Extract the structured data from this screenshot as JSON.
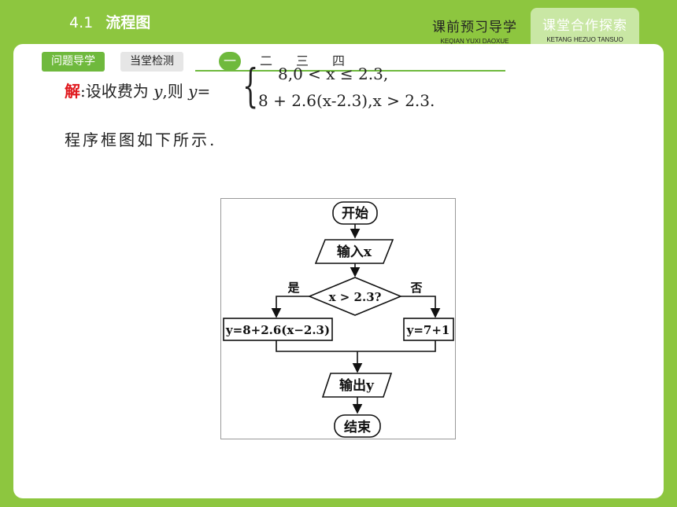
{
  "header": {
    "section_number": "4.1",
    "section_title": "流程图",
    "nav": [
      {
        "label": "课前预习导学",
        "sublabel": "KEQIAN YUXI DAOXUE",
        "active": false
      },
      {
        "label": "课堂合作探索",
        "sublabel": "KETANG HEZUO TANSUO",
        "active": true
      }
    ]
  },
  "tabs": [
    {
      "label": "问题导学",
      "active": true
    },
    {
      "label": "当堂检测",
      "active": false
    }
  ],
  "steps": [
    "一",
    "二",
    "三",
    "四"
  ],
  "solution": {
    "label": "解",
    "intro": ":设收费为 ",
    "var_y": "y",
    "then": ",则 ",
    "y_eq": "y=",
    "case1": "8,0 < x ≤ 2.3,",
    "case2": "8 + 2.6(x-2.3),x > 2.3.",
    "line2": "程序框图如下所示."
  },
  "flowchart": {
    "start": "开始",
    "input": "输入x",
    "decision": "x > 2.3?",
    "yes": "是",
    "no": "否",
    "yes_process": "y=8+2.6(x−2.3)",
    "no_process": "y=7+1",
    "output": "输出y",
    "end": "结束"
  },
  "colors": {
    "background": "#8dc63f",
    "accent": "#6fb93d",
    "active_nav": "#c9e7a4",
    "solution_label": "#e0191e"
  }
}
